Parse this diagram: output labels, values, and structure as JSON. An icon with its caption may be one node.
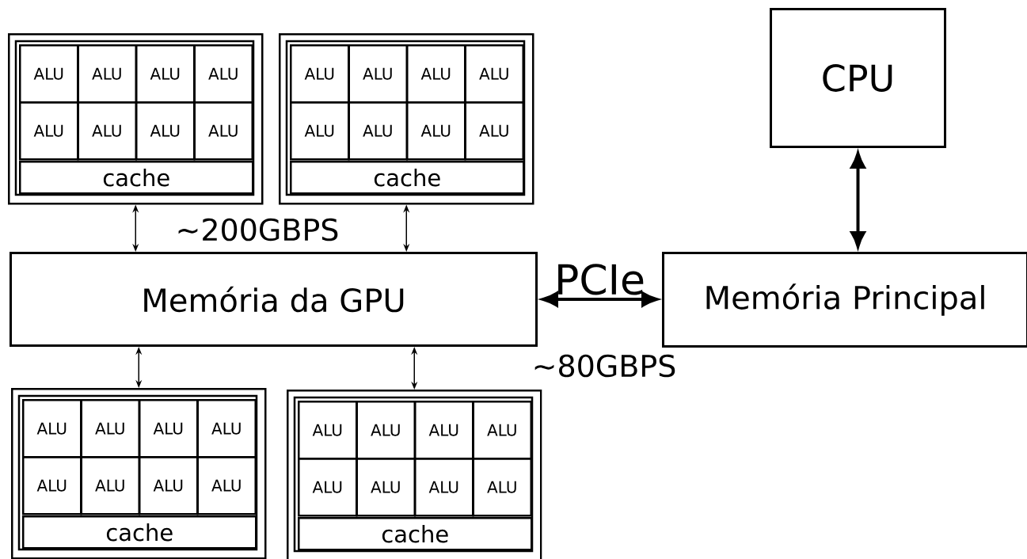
{
  "diagram": {
    "nodes": [
      {
        "text": [],
        "shape": "box"
      },
      {
        "text": [
          "ALU"
        ],
        "in": 0
      },
      {
        "text": [
          "ALU"
        ],
        "in": 0
      },
      {
        "text": [
          "ALU"
        ],
        "in": 0
      },
      {
        "text": [
          "ALU"
        ],
        "in": 0
      },
      {
        "text": [
          "ALU"
        ],
        "in": 0
      },
      {
        "text": [
          "ALU"
        ],
        "in": 0
      },
      {
        "text": [
          "ALU"
        ],
        "in": 0
      },
      {
        "text": [
          "ALU"
        ],
        "in": 0
      },
      {
        "text": [
          "cache"
        ],
        "in": 0
      },
      {
        "text": [],
        "shape": "box"
      },
      {
        "text": [
          "ALU"
        ],
        "in": 10
      },
      {
        "text": [
          "ALU"
        ],
        "in": 10
      },
      {
        "text": [
          "ALU"
        ],
        "in": 10
      },
      {
        "text": [
          "ALU"
        ],
        "in": 10
      },
      {
        "text": [
          "ALU"
        ],
        "in": 10
      },
      {
        "text": [
          "ALU"
        ],
        "in": 10
      },
      {
        "text": [
          "ALU"
        ],
        "in": 10
      },
      {
        "text": [
          "ALU"
        ],
        "in": 10
      },
      {
        "text": [
          "cache"
        ],
        "in": 10
      },
      {
        "text": [
          "CPU"
        ]
      },
      {
        "text": [
          "Memória da GPU"
        ]
      },
      {
        "text": [
          "Memória Principal"
        ]
      },
      {
        "text": [],
        "shape": "box"
      },
      {
        "text": [
          "ALU"
        ],
        "in": 23
      },
      {
        "text": [
          "ALU"
        ],
        "in": 23
      },
      {
        "text": [
          "ALU"
        ],
        "in": 23
      },
      {
        "text": [
          "ALU"
        ],
        "in": 23
      },
      {
        "text": [
          "ALU"
        ],
        "in": 23
      },
      {
        "text": [
          "ALU"
        ],
        "in": 23
      },
      {
        "text": [
          "ALU"
        ],
        "in": 23
      },
      {
        "text": [
          "ALU"
        ],
        "in": 23
      },
      {
        "text": [
          "cache"
        ],
        "in": 23
      },
      {
        "text": [],
        "shape": "box"
      },
      {
        "text": [
          "ALU"
        ],
        "in": 33
      },
      {
        "text": [
          "ALU"
        ],
        "in": 33
      },
      {
        "text": [
          "ALU"
        ],
        "in": 33
      },
      {
        "text": [
          "ALU"
        ],
        "in": 33
      },
      {
        "text": [
          "ALU"
        ],
        "in": 33
      },
      {
        "text": [
          "ALU"
        ],
        "in": 33
      },
      {
        "text": [
          "ALU"
        ],
        "in": 33
      },
      {
        "text": [
          "ALU"
        ],
        "in": 33
      },
      {
        "text": [
          "cache"
        ],
        "in": 33
      }
    ],
    "edges": [
      {
        "from": 0,
        "to": 21,
        "arrow": "both"
      },
      {
        "from": 10,
        "to": 21,
        "arrow": "both"
      },
      {
        "from": 20,
        "to": 22,
        "arrow": "both",
        "style": "thick"
      },
      {
        "from": 21,
        "to": 22,
        "arrow": "both",
        "style": "thick",
        "label": "PCIe"
      },
      {
        "from": 23,
        "to": 21,
        "arrow": "both"
      },
      {
        "from": 33,
        "to": 21,
        "arrow": "both"
      }
    ],
    "labels": [
      "∼200GBPS",
      "∼80GBPS"
    ]
  }
}
